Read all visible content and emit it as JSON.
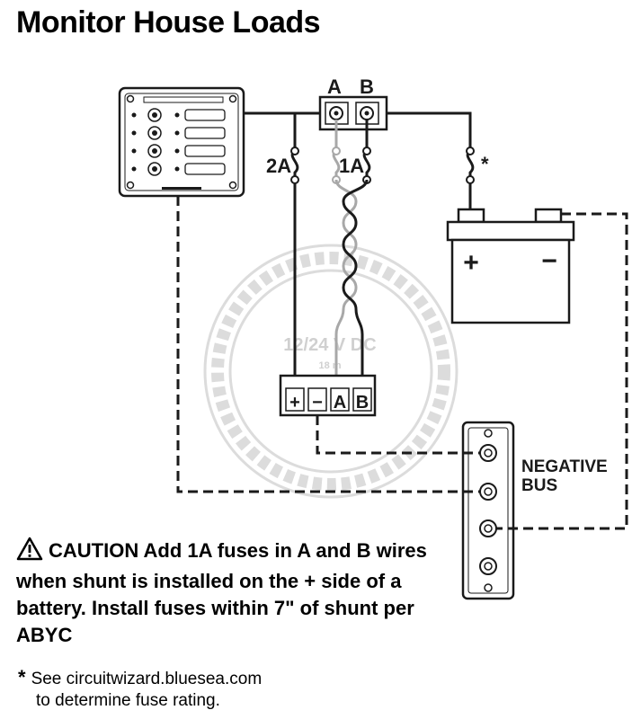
{
  "title": "Monitor House Loads",
  "shunt_terminals": {
    "a": "A",
    "b": "B"
  },
  "fuses": {
    "left": "2A",
    "middle": "1A",
    "right": "*"
  },
  "monitor": {
    "line1": "12/24 V DC",
    "line2": "18 m"
  },
  "monitor_terminals": {
    "plus": "+",
    "minus": "−",
    "a": "A",
    "b": "B"
  },
  "battery": {
    "plus": "+",
    "minus": "−"
  },
  "negative_bus": {
    "line1": "NEGATIVE",
    "line2": "BUS"
  },
  "caution": {
    "heading": "CAUTION",
    "text": "Add 1A fuses in A and B wires when shunt is installed on the + side of a battery. Install fuses within 7\" of shunt per ABYC"
  },
  "note": {
    "marker": "*",
    "line1": "See circuitwizard.bluesea.com",
    "line2": "to determine fuse rating."
  },
  "colors": {
    "line": "#1a1a1a",
    "gray_wire": "#a8a8a8",
    "watermark": "#dcdcdc"
  }
}
